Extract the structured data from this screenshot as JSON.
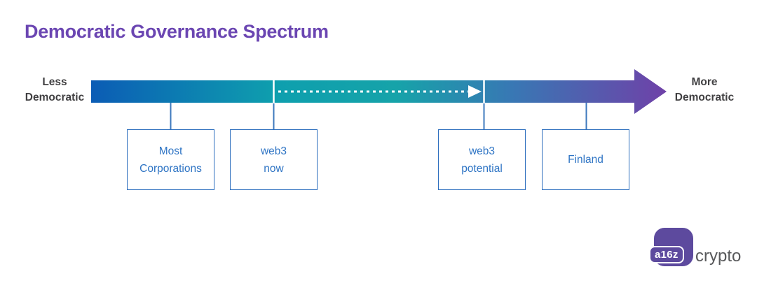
{
  "title": "Democratic Governance Spectrum",
  "spectrum": {
    "left_label": {
      "line1": "Less",
      "line2": "Democratic"
    },
    "right_label": {
      "line1": "More",
      "line2": "Democratic"
    },
    "dashed_arrow": {
      "from": "web3 now",
      "to": "web3 potential",
      "style": "white dashed arrow pointing right"
    }
  },
  "markers": [
    {
      "line1": "Most",
      "line2": "Corporations"
    },
    {
      "line1": "web3",
      "line2": "now"
    },
    {
      "line1": "web3",
      "line2": "potential"
    },
    {
      "line1": "Finland",
      "line2": ""
    }
  ],
  "logo": {
    "badge_text": "a16z",
    "wordmark": "crypto"
  },
  "colors": {
    "title": "#6b46b2",
    "bar_gradient": [
      "#0b5cb5",
      "#0e9fae",
      "#16a3a9",
      "#3878b4",
      "#6f41a8"
    ],
    "box_border": "#2e6fbe",
    "box_text": "#2e74c4",
    "connector": "#3d79bd",
    "end_label_text": "#414042",
    "dashed_arrow": "#ffffff",
    "logo_badge": "#5d4a9e",
    "logo_wordmark": "#58595b"
  }
}
